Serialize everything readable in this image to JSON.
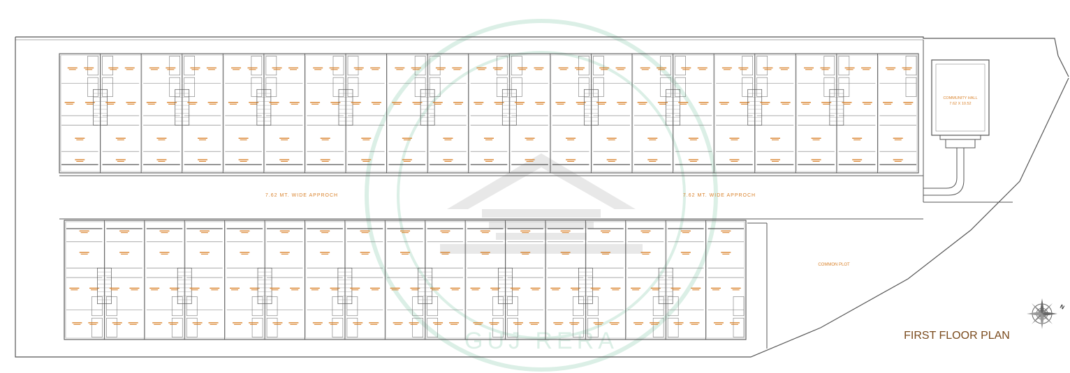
{
  "drawing": {
    "title": "FIRST FLOOR PLAN",
    "approach_label": "7.62 MT. WIDE APPROCH",
    "common_plot_label": "COMMON PLOT",
    "community_hall": {
      "name": "COMMUNITY HALL",
      "size": "7.62 X 10.52"
    },
    "north_label": "N"
  },
  "rows": {
    "top": {
      "unit_count": 21
    },
    "bottom": {
      "unit_count": 17
    }
  },
  "watermark": {
    "lower_text": "GUJ RERA"
  },
  "colors": {
    "line": "#555555",
    "room_label": "#d9822b",
    "title": "#7a4a1c",
    "watermark": "#bfe3d2"
  }
}
